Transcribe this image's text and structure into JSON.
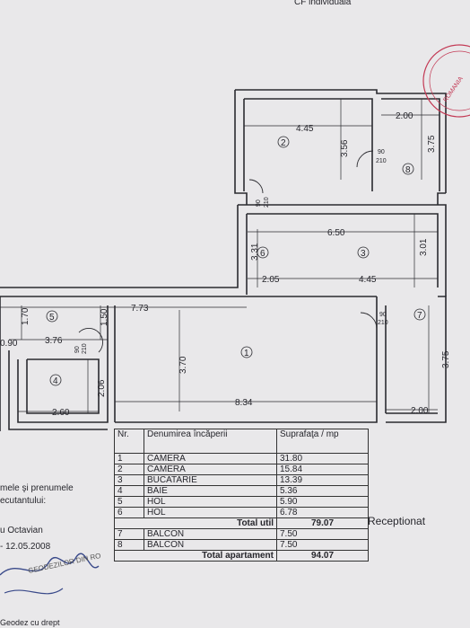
{
  "header": {
    "text": "CF individuala"
  },
  "plan": {
    "dimensions": [
      "4.45",
      "3.56",
      "2.00",
      "3.75",
      "6.50",
      "3.31",
      "3.01",
      "2.05",
      "4.45",
      "7.73",
      "1.70",
      "3.76",
      "0.90",
      "1.50",
      "3.70",
      "8.34",
      "2.06",
      "2.60",
      "2.00",
      "3.75"
    ],
    "room_numbers": [
      "1",
      "2",
      "3",
      "4",
      "5",
      "6",
      "7",
      "8"
    ],
    "door_labels": {
      "width": "90",
      "height": "210"
    }
  },
  "left_text": {
    "line1": "mele şi prenumele",
    "line2": "ecutantului:",
    "line3": "u Octavian",
    "line4": "- 12.05.2008",
    "line5": "Geodez cu drept"
  },
  "table": {
    "header": {
      "nr": "Nr.",
      "name": "Denumirea încăperii",
      "area": "Suprafaţa / mp"
    },
    "rows": [
      {
        "nr": "1",
        "name": "CAMERA",
        "area": "31.80"
      },
      {
        "nr": "2",
        "name": "CAMERA",
        "area": "15.84"
      },
      {
        "nr": "3",
        "name": "BUCATARIE",
        "area": "13.39"
      },
      {
        "nr": "4",
        "name": "BAIE",
        "area": "5.36"
      },
      {
        "nr": "5",
        "name": "HOL",
        "area": "5.90"
      },
      {
        "nr": "6",
        "name": "HOL",
        "area": "6.78"
      }
    ],
    "total_util": {
      "label": "Total util",
      "value": "79.07"
    },
    "balcony_rows": [
      {
        "nr": "7",
        "name": "BALCON",
        "area": "7.50"
      },
      {
        "nr": "8",
        "name": "BALCON",
        "area": "7.50"
      }
    ],
    "total_apartment": {
      "label": "Total apartament",
      "value": "94.07"
    }
  },
  "receptionat": "Receptionat",
  "stamp_text": "ROMANIA",
  "signature_text": "GEODEZILOR DIN RO"
}
